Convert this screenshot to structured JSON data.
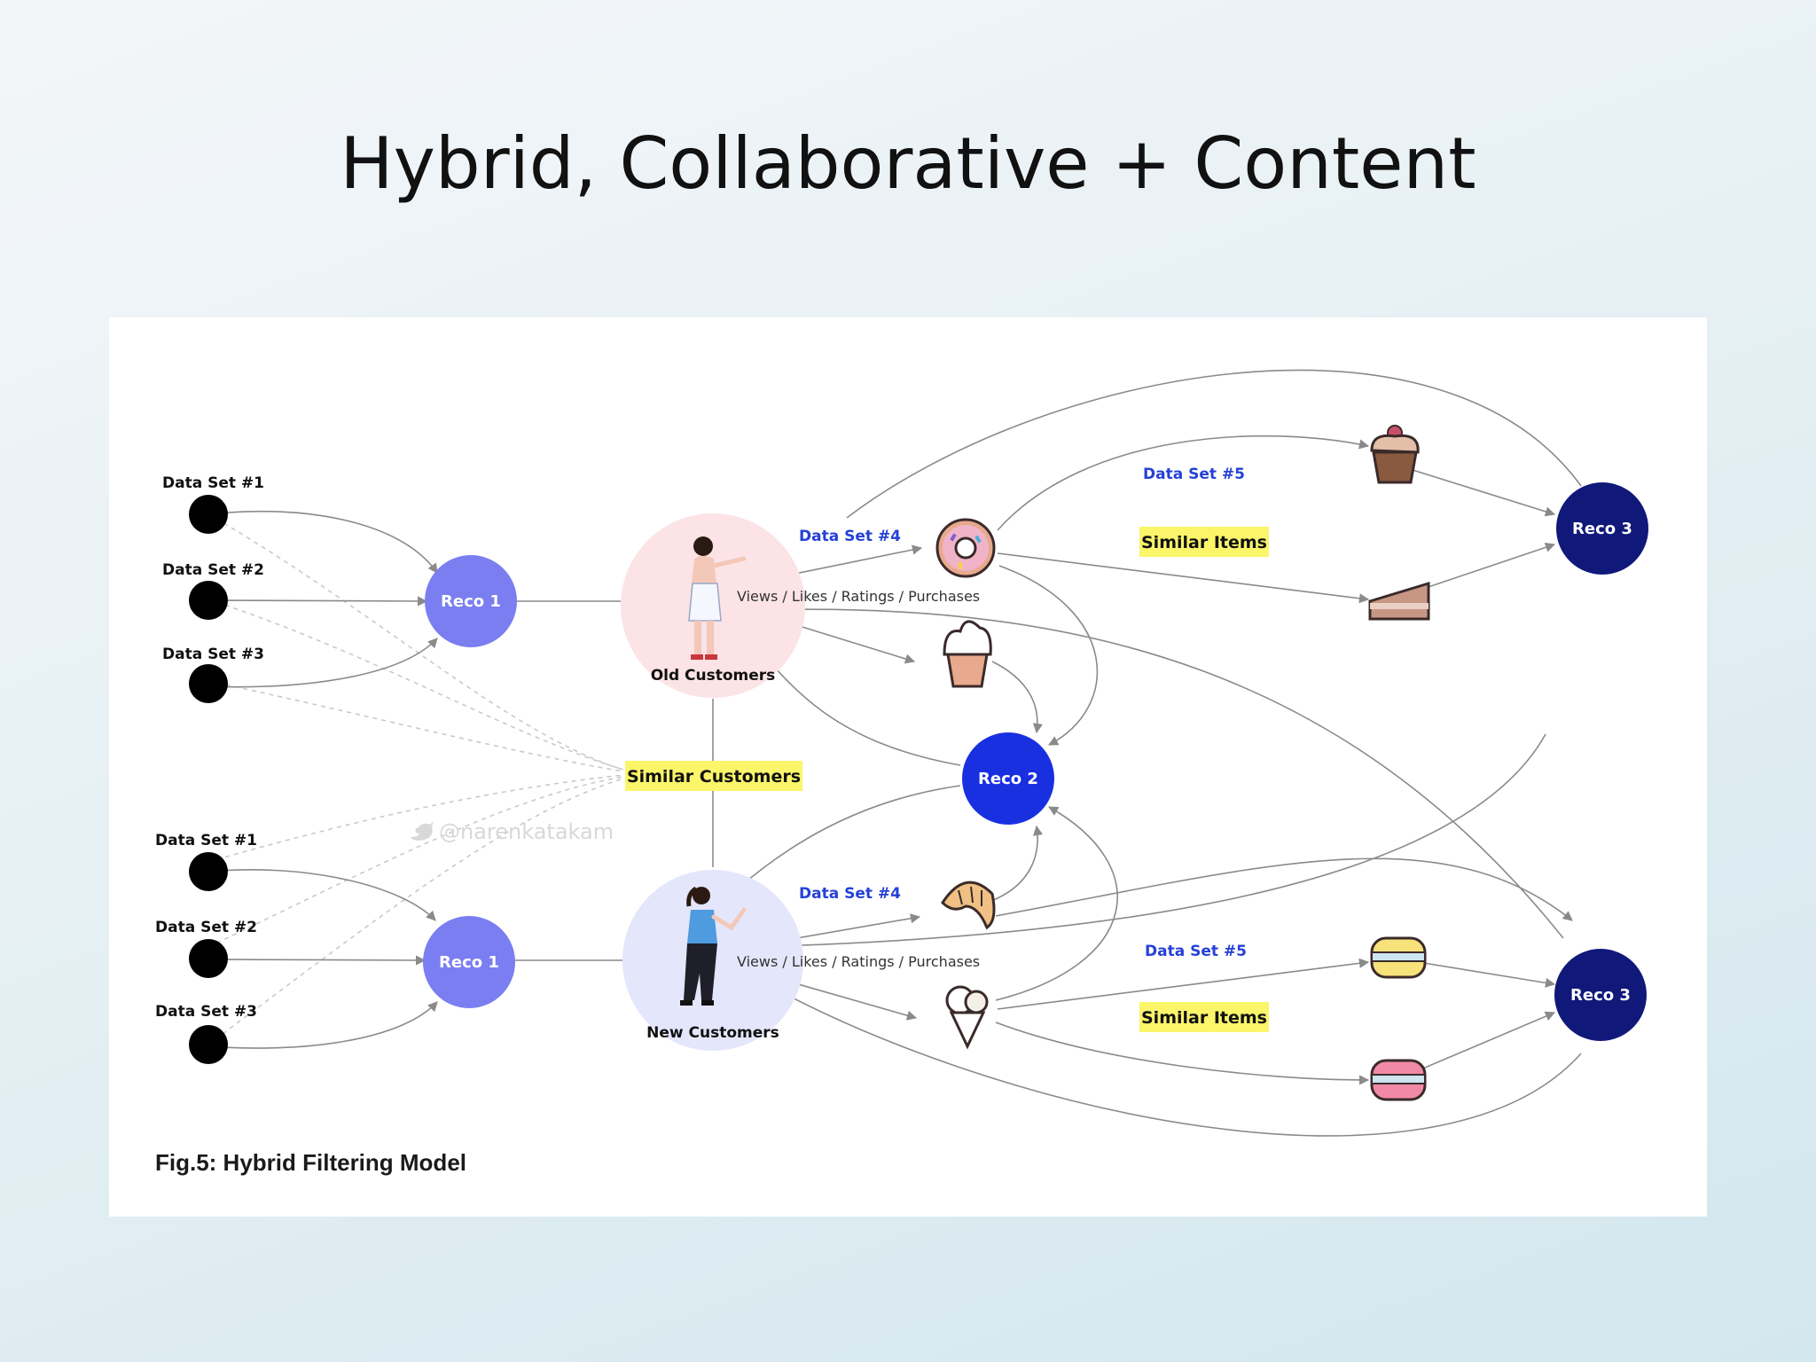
{
  "title": "Hybrid, Collaborative + Content",
  "caption": "Fig.5: Hybrid Filtering Model",
  "watermark": "@narenkatakam",
  "colors": {
    "reco1": "#7a7ef0",
    "reco2": "#1930e0",
    "reco3": "#10187a",
    "data_dot": "#000000",
    "highlight": "#fbf56a",
    "blue_label": "#2541d6"
  },
  "top_group": {
    "datasets": [
      "Data Set #1",
      "Data Set #2",
      "Data Set #3"
    ],
    "reco1": "Reco 1",
    "customer_label": "Old Customers",
    "interaction_label": "Views / Likes / Ratings / Purchases",
    "dataset4_label": "Data Set #4",
    "dataset5_label": "Data Set #5",
    "similar_items": "Similar Items",
    "reco3": "Reco 3",
    "items_icons": [
      "donut-icon",
      "cupcake-icon",
      "muffin-icon",
      "cake-slice-icon"
    ]
  },
  "bottom_group": {
    "datasets": [
      "Data Set #1",
      "Data Set #2",
      "Data Set #3"
    ],
    "reco1": "Reco 1",
    "customer_label": "New Customers",
    "interaction_label": "Views / Likes / Ratings / Purchases",
    "dataset4_label": "Data Set #4",
    "dataset5_label": "Data Set #5",
    "similar_items": "Similar Items",
    "reco3": "Reco 3",
    "items_icons": [
      "croissant-icon",
      "ice-cream-cone-icon",
      "yellow-macaron-icon",
      "pink-macaron-icon"
    ]
  },
  "similar_customers": "Similar Customers",
  "reco2": "Reco 2"
}
